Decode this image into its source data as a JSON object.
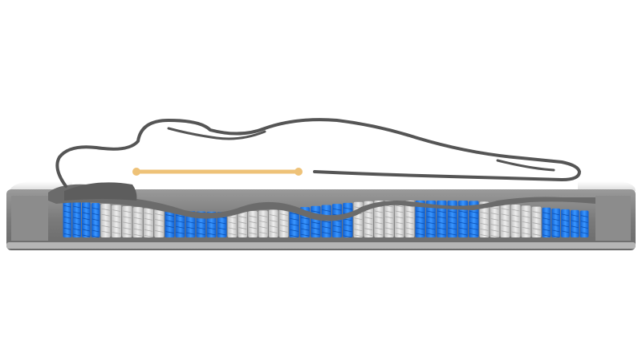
{
  "colors": {
    "background": "#ffffff",
    "outline": "#555555",
    "spine_line": "#eec278",
    "foam": "#6a6a6a",
    "frame": "#8a8a8a",
    "coil_support": "#1e78e6",
    "coil_soft": "#d8d8d8"
  },
  "zones": [
    "support",
    "soft",
    "support",
    "soft",
    "support",
    "soft",
    "support",
    "soft",
    "support"
  ]
}
